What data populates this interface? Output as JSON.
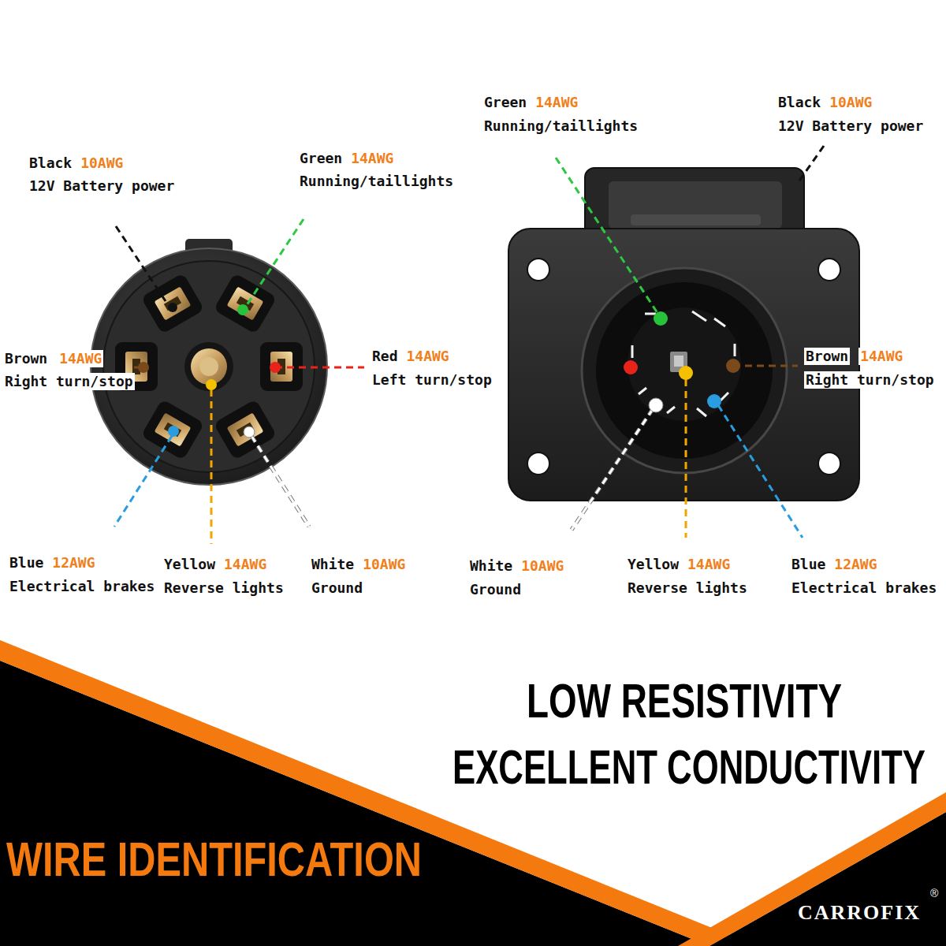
{
  "diagram": {
    "labels": [
      "Black",
      "10AWG",
      "12V Battery power",
      "Green",
      "14AWG",
      "Running/taillights",
      "Brown",
      "14AWG",
      "Right turn/stop",
      "Red",
      "14AWG",
      "Left turn/stop",
      "Blue",
      "12AWG",
      "Electrical brakes",
      "Yellow",
      "14AWG",
      "Reverse lights",
      "White",
      "10AWG",
      "Ground",
      "Green",
      "14AWG",
      "Running/taillights",
      "Black",
      "10AWG",
      "12V Battery power",
      "Brown",
      "14AWG",
      "Right turn/stop",
      "White",
      "10AWG",
      "Ground",
      "Yellow",
      "14AWG",
      "Reverse lights",
      "Blue",
      "12AWG",
      "Electrical brakes",
      "LOW RESISTIVITY",
      "EXCELLENT CONDUCTIVITY",
      "WIRE IDENTIFICATION",
      "CARROFIX",
      "®"
    ]
  }
}
